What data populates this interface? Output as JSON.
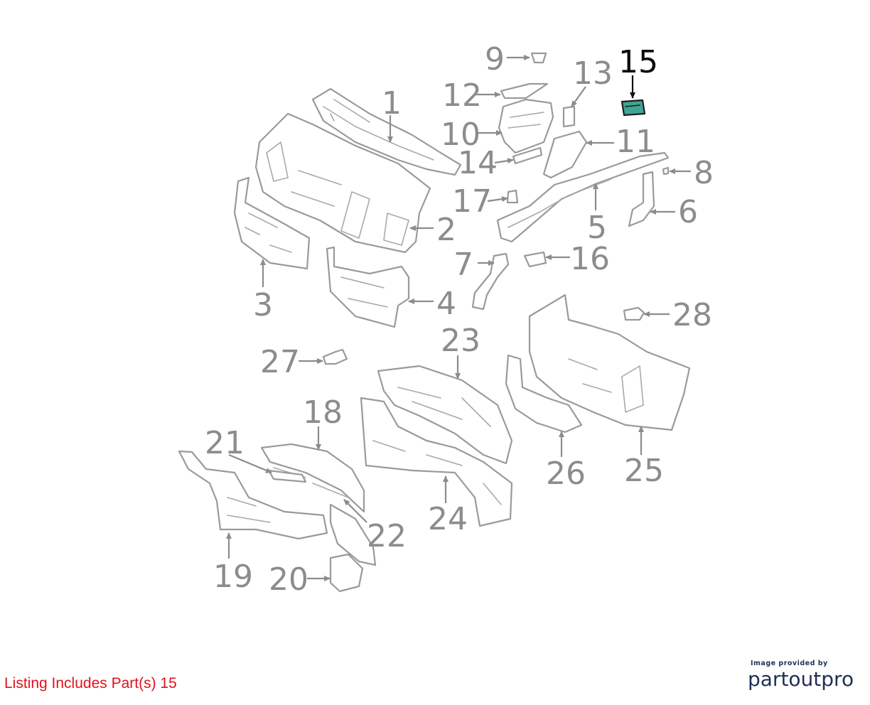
{
  "diagram": {
    "labels": [
      {
        "id": "1",
        "text": "1"
      },
      {
        "id": "2",
        "text": "2"
      },
      {
        "id": "3",
        "text": "3"
      },
      {
        "id": "4",
        "text": "4"
      },
      {
        "id": "5",
        "text": "5"
      },
      {
        "id": "6",
        "text": "6"
      },
      {
        "id": "7",
        "text": "7"
      },
      {
        "id": "8",
        "text": "8"
      },
      {
        "id": "9",
        "text": "9"
      },
      {
        "id": "10",
        "text": "10"
      },
      {
        "id": "11",
        "text": "11"
      },
      {
        "id": "12",
        "text": "12"
      },
      {
        "id": "13",
        "text": "13"
      },
      {
        "id": "14",
        "text": "14"
      },
      {
        "id": "15",
        "text": "15"
      },
      {
        "id": "16",
        "text": "16"
      },
      {
        "id": "17",
        "text": "17"
      },
      {
        "id": "18",
        "text": "18"
      },
      {
        "id": "19",
        "text": "19"
      },
      {
        "id": "20",
        "text": "20"
      },
      {
        "id": "21",
        "text": "21"
      },
      {
        "id": "22",
        "text": "22"
      },
      {
        "id": "23",
        "text": "23"
      },
      {
        "id": "24",
        "text": "24"
      },
      {
        "id": "25",
        "text": "25"
      },
      {
        "id": "26",
        "text": "26"
      },
      {
        "id": "27",
        "text": "27"
      },
      {
        "id": "28",
        "text": "28"
      }
    ],
    "highlighted_part": "15",
    "colors": {
      "line": "#9a9a9a",
      "label": "#8c8c8c",
      "highlight_fill": "#3fa594",
      "highlight_label": "#0a0a0a"
    }
  },
  "caption": {
    "text": "Listing Includes Part(s)  15",
    "color": "#e3111b"
  },
  "brand": {
    "tagline": "Image provided by",
    "name": "partoutpro"
  }
}
